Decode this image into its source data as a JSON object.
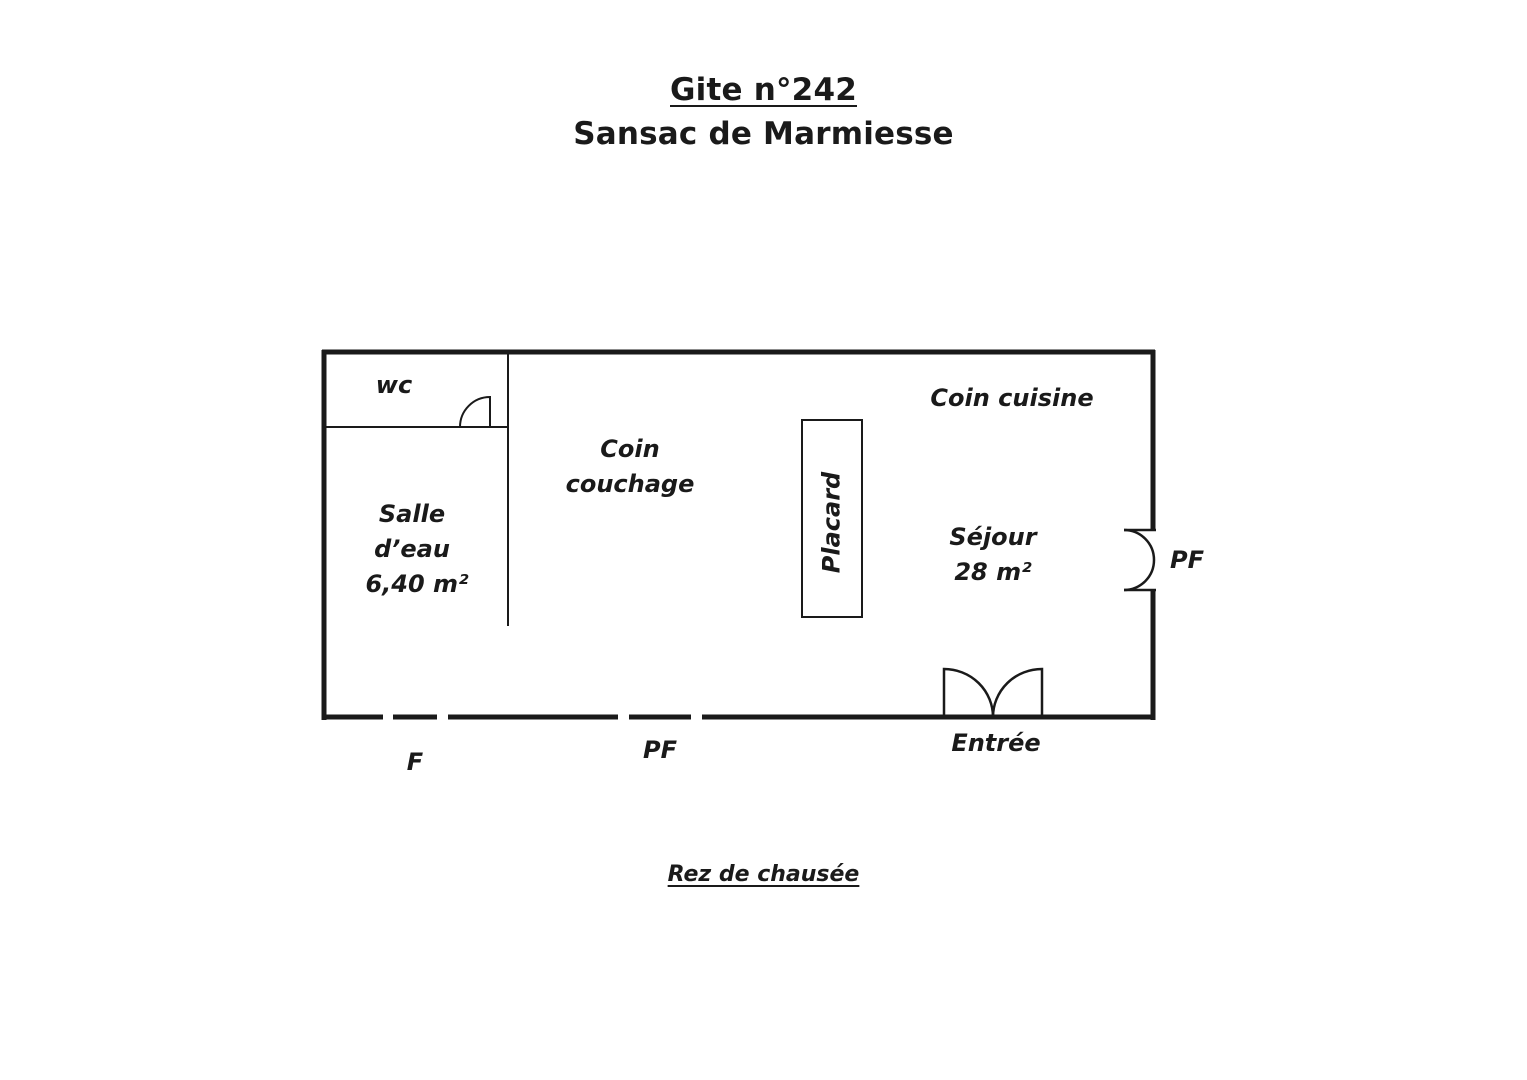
{
  "title": {
    "line1": "Gite n°242",
    "line2": "Sansac de Marmiesse"
  },
  "rooms": {
    "wc": "wc",
    "salle_line1": "Salle",
    "salle_line2": "d’eau",
    "salle_area": "6,40 m²",
    "couchage_line1": "Coin",
    "couchage_line2": "couchage",
    "placard": "Placard",
    "cuisine": "Coin cuisine",
    "sejour": "Séjour",
    "sejour_area": "28 m²"
  },
  "openings": {
    "window_left": "F",
    "door_bottom": "PF",
    "door_right": "PF",
    "entrance": "Entrée"
  },
  "floor_caption": "Rez de chausée"
}
